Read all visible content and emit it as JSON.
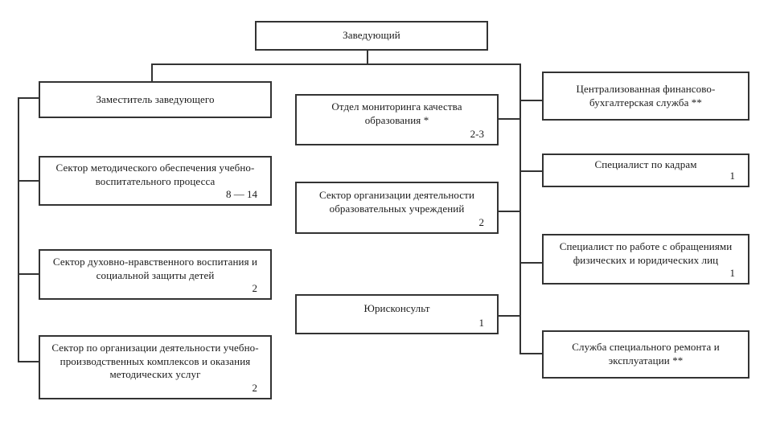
{
  "org": {
    "line_color": "#333333",
    "root": {
      "label": "Заведующий"
    },
    "left": [
      {
        "label": "Заместитель заведующего",
        "count": ""
      },
      {
        "label": "Сектор методического обеспечения учебно-воспитательного процесса",
        "count": "8 — 14"
      },
      {
        "label": "Сектор духовно-нравственного воспитания и социальной защиты детей",
        "count": "2"
      },
      {
        "label": "Сектор по организации деятельности учебно-производственных комплексов и оказания методических услуг",
        "count": "2"
      }
    ],
    "middle": [
      {
        "label": "Отдел мониторинга качества образования *",
        "count": "2-3"
      },
      {
        "label": "Сектор организации деятельности образовательных учреждений",
        "count": "2"
      },
      {
        "label": "Юрисконсульт",
        "count": "1"
      }
    ],
    "right": [
      {
        "label": "Централизованная финансово-бухгалтерская служба **",
        "count": ""
      },
      {
        "label": "Специалист по кадрам",
        "count": "1"
      },
      {
        "label": "Специалист по работе с обращениями физических и юридических лиц",
        "count": "1"
      },
      {
        "label": "Служба специального ремонта и эксплуатации **",
        "count": ""
      }
    ]
  }
}
